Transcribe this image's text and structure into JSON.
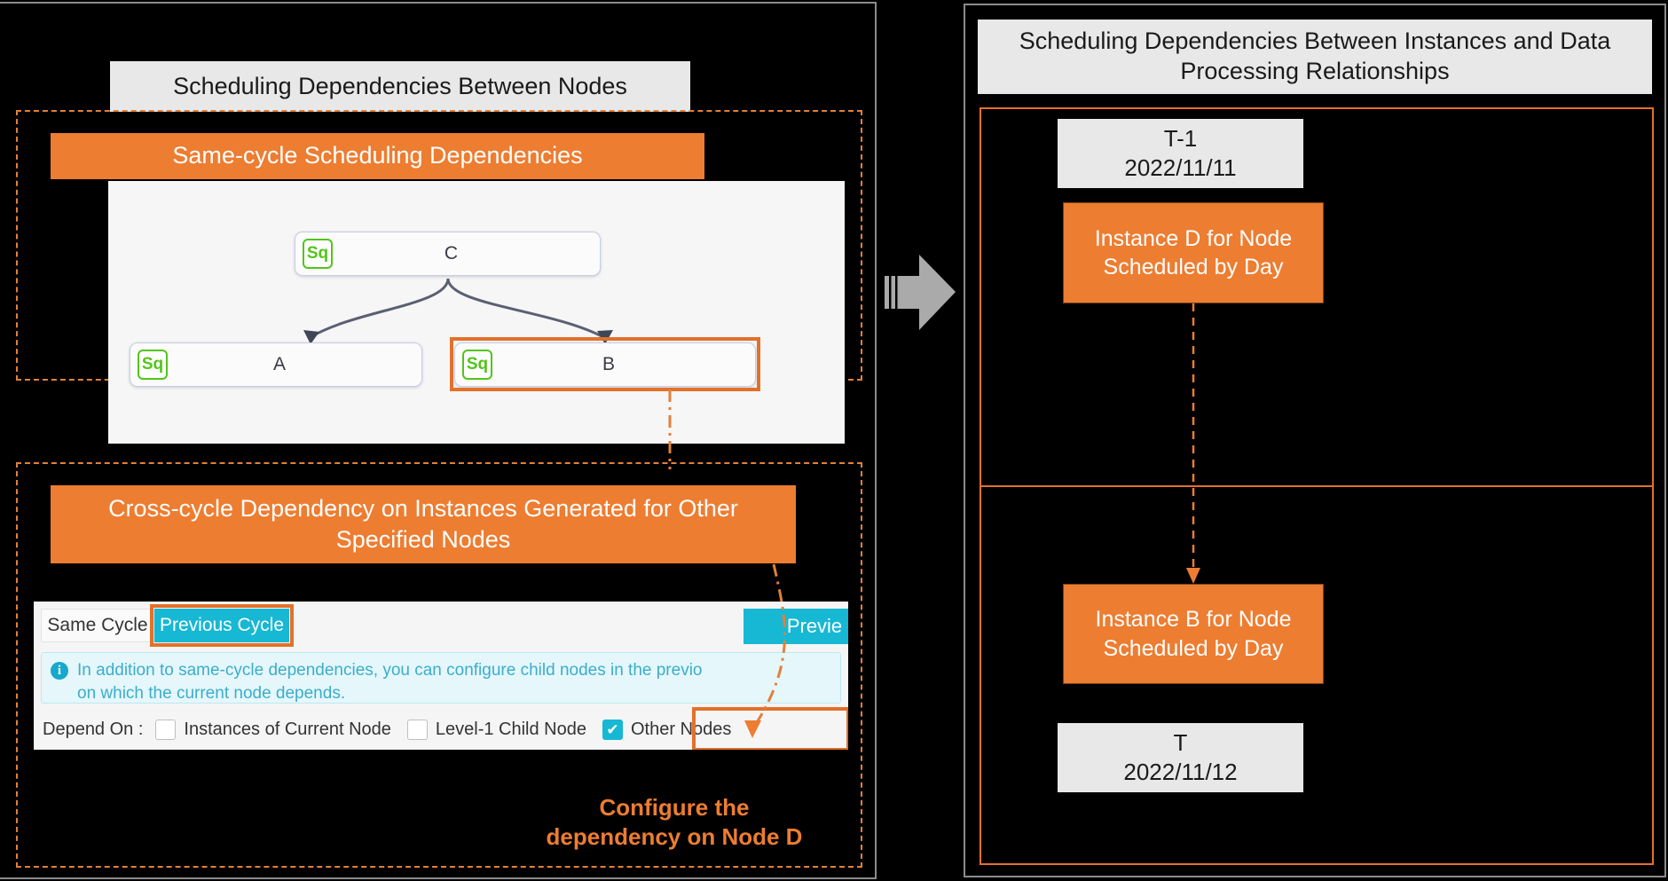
{
  "left": {
    "caption": "Scheduling Dependencies Between Nodes",
    "banner_same_cycle": "Same-cycle Scheduling Dependencies",
    "banner_cross_cycle": "Cross-cycle Dependency on Instances Generated for Other Specified Nodes",
    "dag": {
      "icon_label": "Sq",
      "node_c": "C",
      "node_a": "A",
      "node_b": "B"
    },
    "console": {
      "tab_same_cycle": "Same Cycle",
      "tab_previous_cycle": "Previous Cycle",
      "preview_button": "Previe",
      "info_text": "In addition to same-cycle dependencies, you can configure child nodes in the previo\non which the current node depends.",
      "depend_on_label": "Depend On :",
      "checkboxes": [
        {
          "label": "Instances of Current Node",
          "checked": false
        },
        {
          "label": "Level-1 Child Node",
          "checked": false
        },
        {
          "label": "Other Nodes",
          "checked": true
        }
      ],
      "check_glyph": "✔"
    },
    "annotation": "Configure the\ndependency on Node D"
  },
  "right": {
    "caption": "Scheduling Dependencies Between Instances and Data Processing Relationships",
    "cycles": [
      {
        "date_label": "T-1",
        "date_value": "2022/11/11",
        "instance": "Instance D for Node Scheduled by Day"
      },
      {
        "date_label": "T",
        "date_value": "2022/11/12",
        "instance": "Instance B for Node Scheduled by Day"
      }
    ]
  },
  "colors": {
    "accent_orange": "#ed7d31",
    "highlight_orange": "#e2712a",
    "cyan": "#17b8d4",
    "green": "#52c41a",
    "plate_gray": "#e8e8e8",
    "background": "#000000"
  }
}
